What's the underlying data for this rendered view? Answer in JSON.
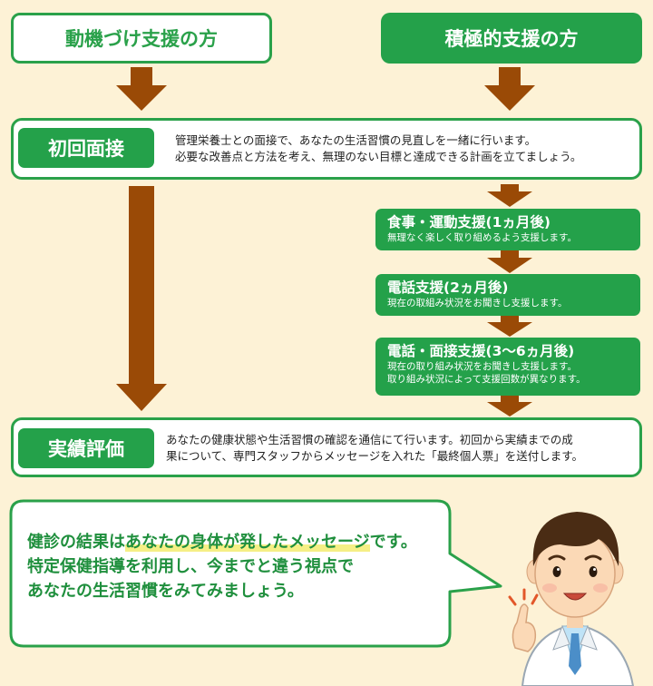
{
  "headers": {
    "motivation": "動機づけ支援の方",
    "active": "積極的支援の方"
  },
  "initial_interview": {
    "label": "初回面接",
    "lines": [
      "管理栄養士との面接で、あなたの生活習慣の見直しを一緒に行います。",
      "必要な改善点と方法を考え、無理のない目標と達成できる計画を立てましょう。"
    ]
  },
  "steps": [
    {
      "title": "食事・運動支援(1ヵ月後)",
      "desc": [
        "無理なく楽しく取り組めるよう支援します。"
      ]
    },
    {
      "title": "電話支援(2ヵ月後)",
      "desc": [
        "現在の取組み状況をお聞きし支援します。"
      ]
    },
    {
      "title": "電話・面接支援(3〜6ヵ月後)",
      "desc": [
        "現在の取り組み状況をお聞きし支援します。",
        "取り組み状況によって支援回数が異なります。"
      ]
    }
  ],
  "evaluation": {
    "label": "実績評価",
    "lines": [
      "あなたの健康状態や生活習慣の確認を通信にて行います。初回から実績までの成",
      "果について、専門スタッフからメッセージを入れた「最終個人票」を送付します。"
    ]
  },
  "message": {
    "line1_pre": "健診の結果は",
    "line1_highlight": "あなたの身体が発したメッセージ",
    "line1_post": "です。",
    "line2": "特定保健指導を利用し、今までと違う視点で",
    "line3": "あなたの生活習慣をみてみましょう。"
  },
  "colors": {
    "green": "#24a14a",
    "brown": "#9a4a06",
    "background": "#fdf2d6",
    "message_text": "#1f8f3d",
    "highlight": "#f5ef85"
  }
}
